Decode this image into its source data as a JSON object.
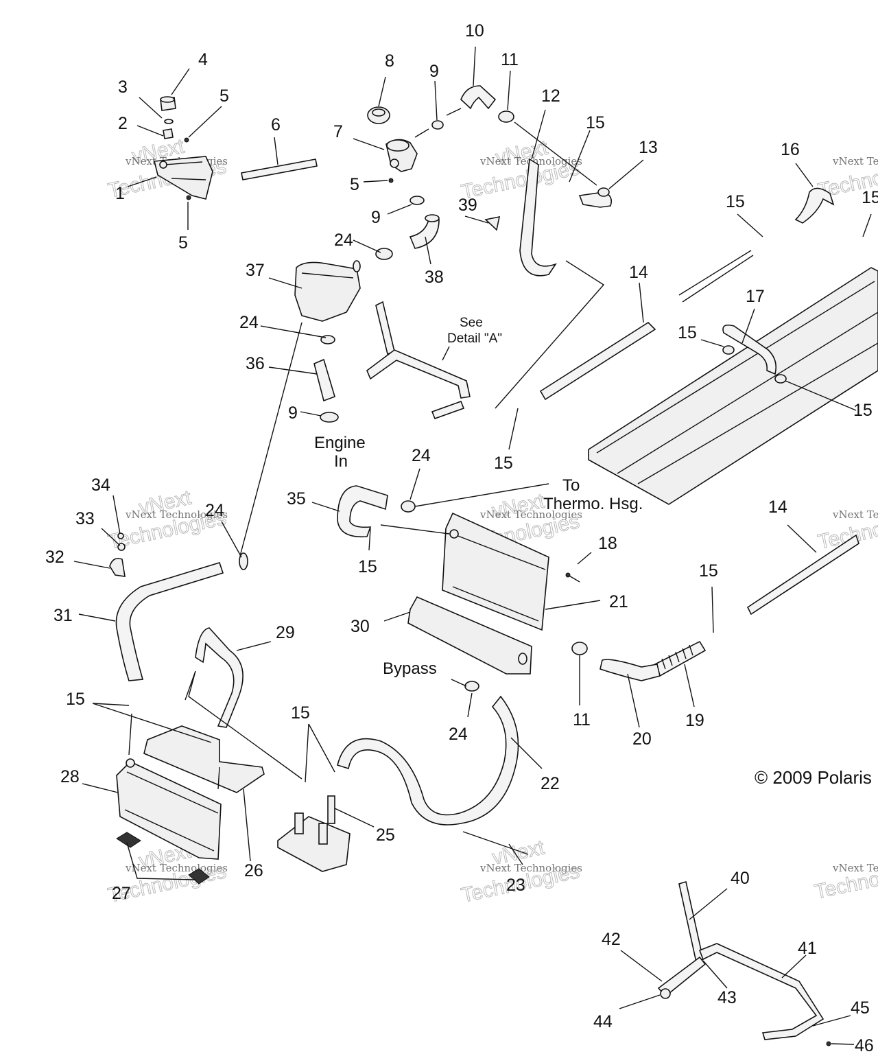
{
  "callouts": [
    {
      "id": "c1",
      "text": "1"
    },
    {
      "id": "c2",
      "text": "2"
    },
    {
      "id": "c3",
      "text": "3"
    },
    {
      "id": "c4",
      "text": "4"
    },
    {
      "id": "c5a",
      "text": "5"
    },
    {
      "id": "c5b",
      "text": "5"
    },
    {
      "id": "c5c",
      "text": "5"
    },
    {
      "id": "c6",
      "text": "6"
    },
    {
      "id": "c7",
      "text": "7"
    },
    {
      "id": "c8",
      "text": "8"
    },
    {
      "id": "c9a",
      "text": "9"
    },
    {
      "id": "c9b",
      "text": "9"
    },
    {
      "id": "c9c",
      "text": "9"
    },
    {
      "id": "c10",
      "text": "10"
    },
    {
      "id": "c11a",
      "text": "11"
    },
    {
      "id": "c11b",
      "text": "11"
    },
    {
      "id": "c12",
      "text": "12"
    },
    {
      "id": "c13",
      "text": "13"
    },
    {
      "id": "c14a",
      "text": "14"
    },
    {
      "id": "c14b",
      "text": "14"
    },
    {
      "id": "c15a",
      "text": "15"
    },
    {
      "id": "c15b",
      "text": "15"
    },
    {
      "id": "c15c",
      "text": "15"
    },
    {
      "id": "c15d",
      "text": "15"
    },
    {
      "id": "c15e",
      "text": "15"
    },
    {
      "id": "c15f",
      "text": "15"
    },
    {
      "id": "c15g",
      "text": "15"
    },
    {
      "id": "c15h",
      "text": "15"
    },
    {
      "id": "c15i",
      "text": "15"
    },
    {
      "id": "c15j",
      "text": "15"
    },
    {
      "id": "c16",
      "text": "16"
    },
    {
      "id": "c17",
      "text": "17"
    },
    {
      "id": "c18",
      "text": "18"
    },
    {
      "id": "c19",
      "text": "19"
    },
    {
      "id": "c20",
      "text": "20"
    },
    {
      "id": "c21",
      "text": "21"
    },
    {
      "id": "c22",
      "text": "22"
    },
    {
      "id": "c23",
      "text": "23"
    },
    {
      "id": "c24a",
      "text": "24"
    },
    {
      "id": "c24b",
      "text": "24"
    },
    {
      "id": "c24c",
      "text": "24"
    },
    {
      "id": "c24d",
      "text": "24"
    },
    {
      "id": "c24e",
      "text": "24"
    },
    {
      "id": "c25",
      "text": "25"
    },
    {
      "id": "c26",
      "text": "26"
    },
    {
      "id": "c27",
      "text": "27"
    },
    {
      "id": "c28",
      "text": "28"
    },
    {
      "id": "c29",
      "text": "29"
    },
    {
      "id": "c30",
      "text": "30"
    },
    {
      "id": "c31",
      "text": "31"
    },
    {
      "id": "c32",
      "text": "32"
    },
    {
      "id": "c33",
      "text": "33"
    },
    {
      "id": "c34",
      "text": "34"
    },
    {
      "id": "c35",
      "text": "35"
    },
    {
      "id": "c36",
      "text": "36"
    },
    {
      "id": "c37",
      "text": "37"
    },
    {
      "id": "c38",
      "text": "38"
    },
    {
      "id": "c39",
      "text": "39"
    },
    {
      "id": "c40",
      "text": "40"
    },
    {
      "id": "c41",
      "text": "41"
    },
    {
      "id": "c42",
      "text": "42"
    },
    {
      "id": "c43",
      "text": "43"
    },
    {
      "id": "c44",
      "text": "44"
    },
    {
      "id": "c45",
      "text": "45"
    },
    {
      "id": "c46",
      "text": "46"
    }
  ],
  "labels": {
    "see_detail_line1": "See",
    "see_detail_line2": "Detail \"A\"",
    "engine_in_line1": "Engine",
    "engine_in_line2": "In",
    "to_thermo_line1": "To",
    "to_thermo_line2": "Thermo. Hsg.",
    "bypass": "Bypass",
    "copyright": "© 2009 Polaris"
  },
  "watermark": {
    "line1": "vNext Technologies",
    "line2": "Technologies",
    "line3": "vNext"
  }
}
